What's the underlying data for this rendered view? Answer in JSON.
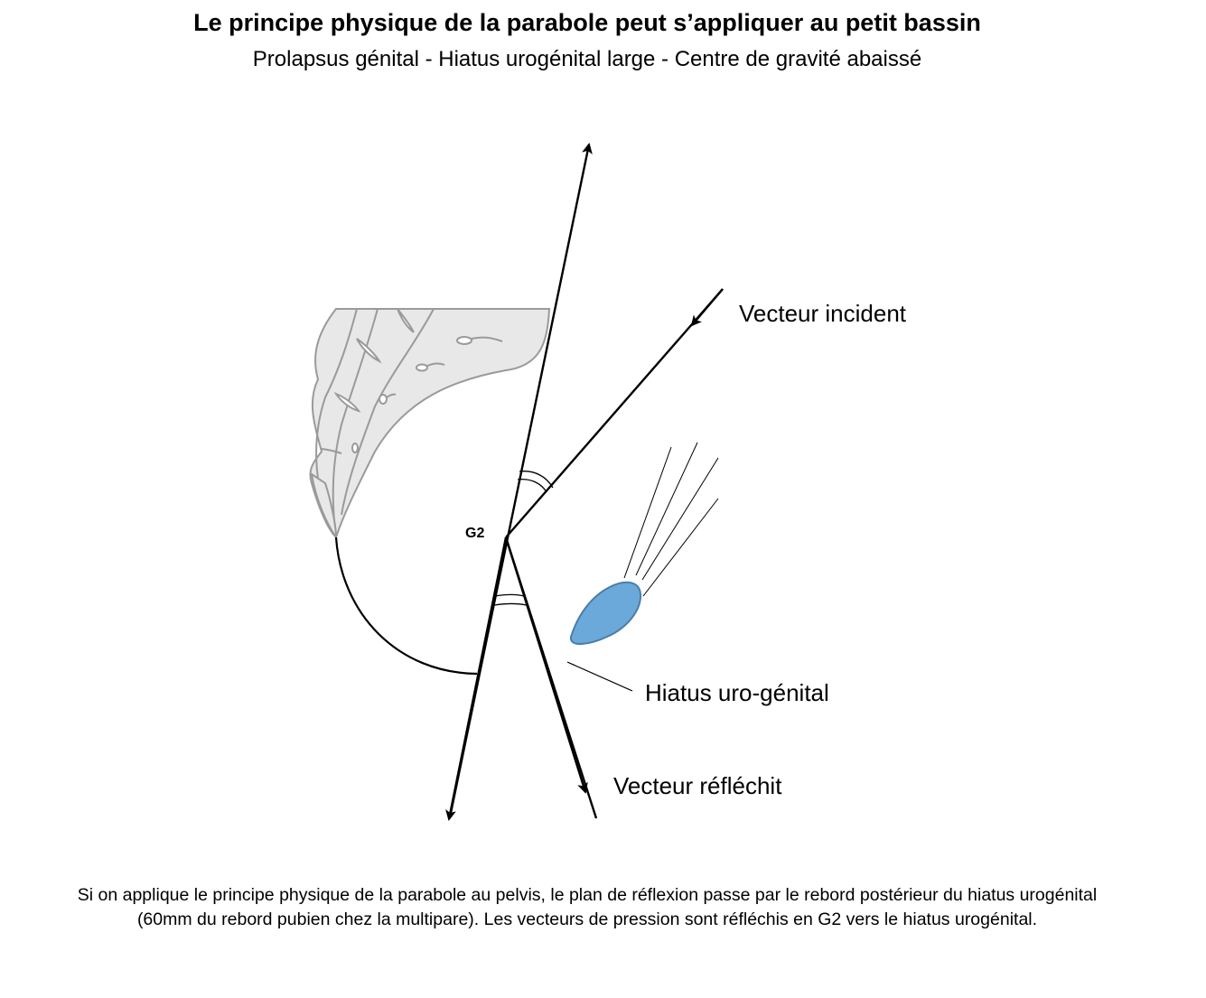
{
  "title": "Le principe physique de la parabole peut s’appliquer au petit bassin",
  "subtitle": "Prolapsus génital -  Hiatus urogénital large - Centre de gravité abaissé",
  "labels": {
    "g2": "G2",
    "incident": "Vecteur incident",
    "hiatus": "Hiatus uro-génital",
    "reflected": "Vecteur réfléchit"
  },
  "caption": {
    "line1": "Si on applique le principe physique de la parabole au pelvis, le plan de réflexion passe par le rebord postérieur du hiatus urogénital",
    "line2": "(60mm du rebord pubien chez la multipare). Les vecteurs de pression sont réfléchis en G2 vers le hiatus urogénital."
  },
  "colors": {
    "hiatus_fill": "#6aa9d9",
    "hiatus_stroke": "#4b7ea8",
    "sacrum_fill": "#e8e8e8",
    "sacrum_stroke": "#9a9a9a"
  }
}
